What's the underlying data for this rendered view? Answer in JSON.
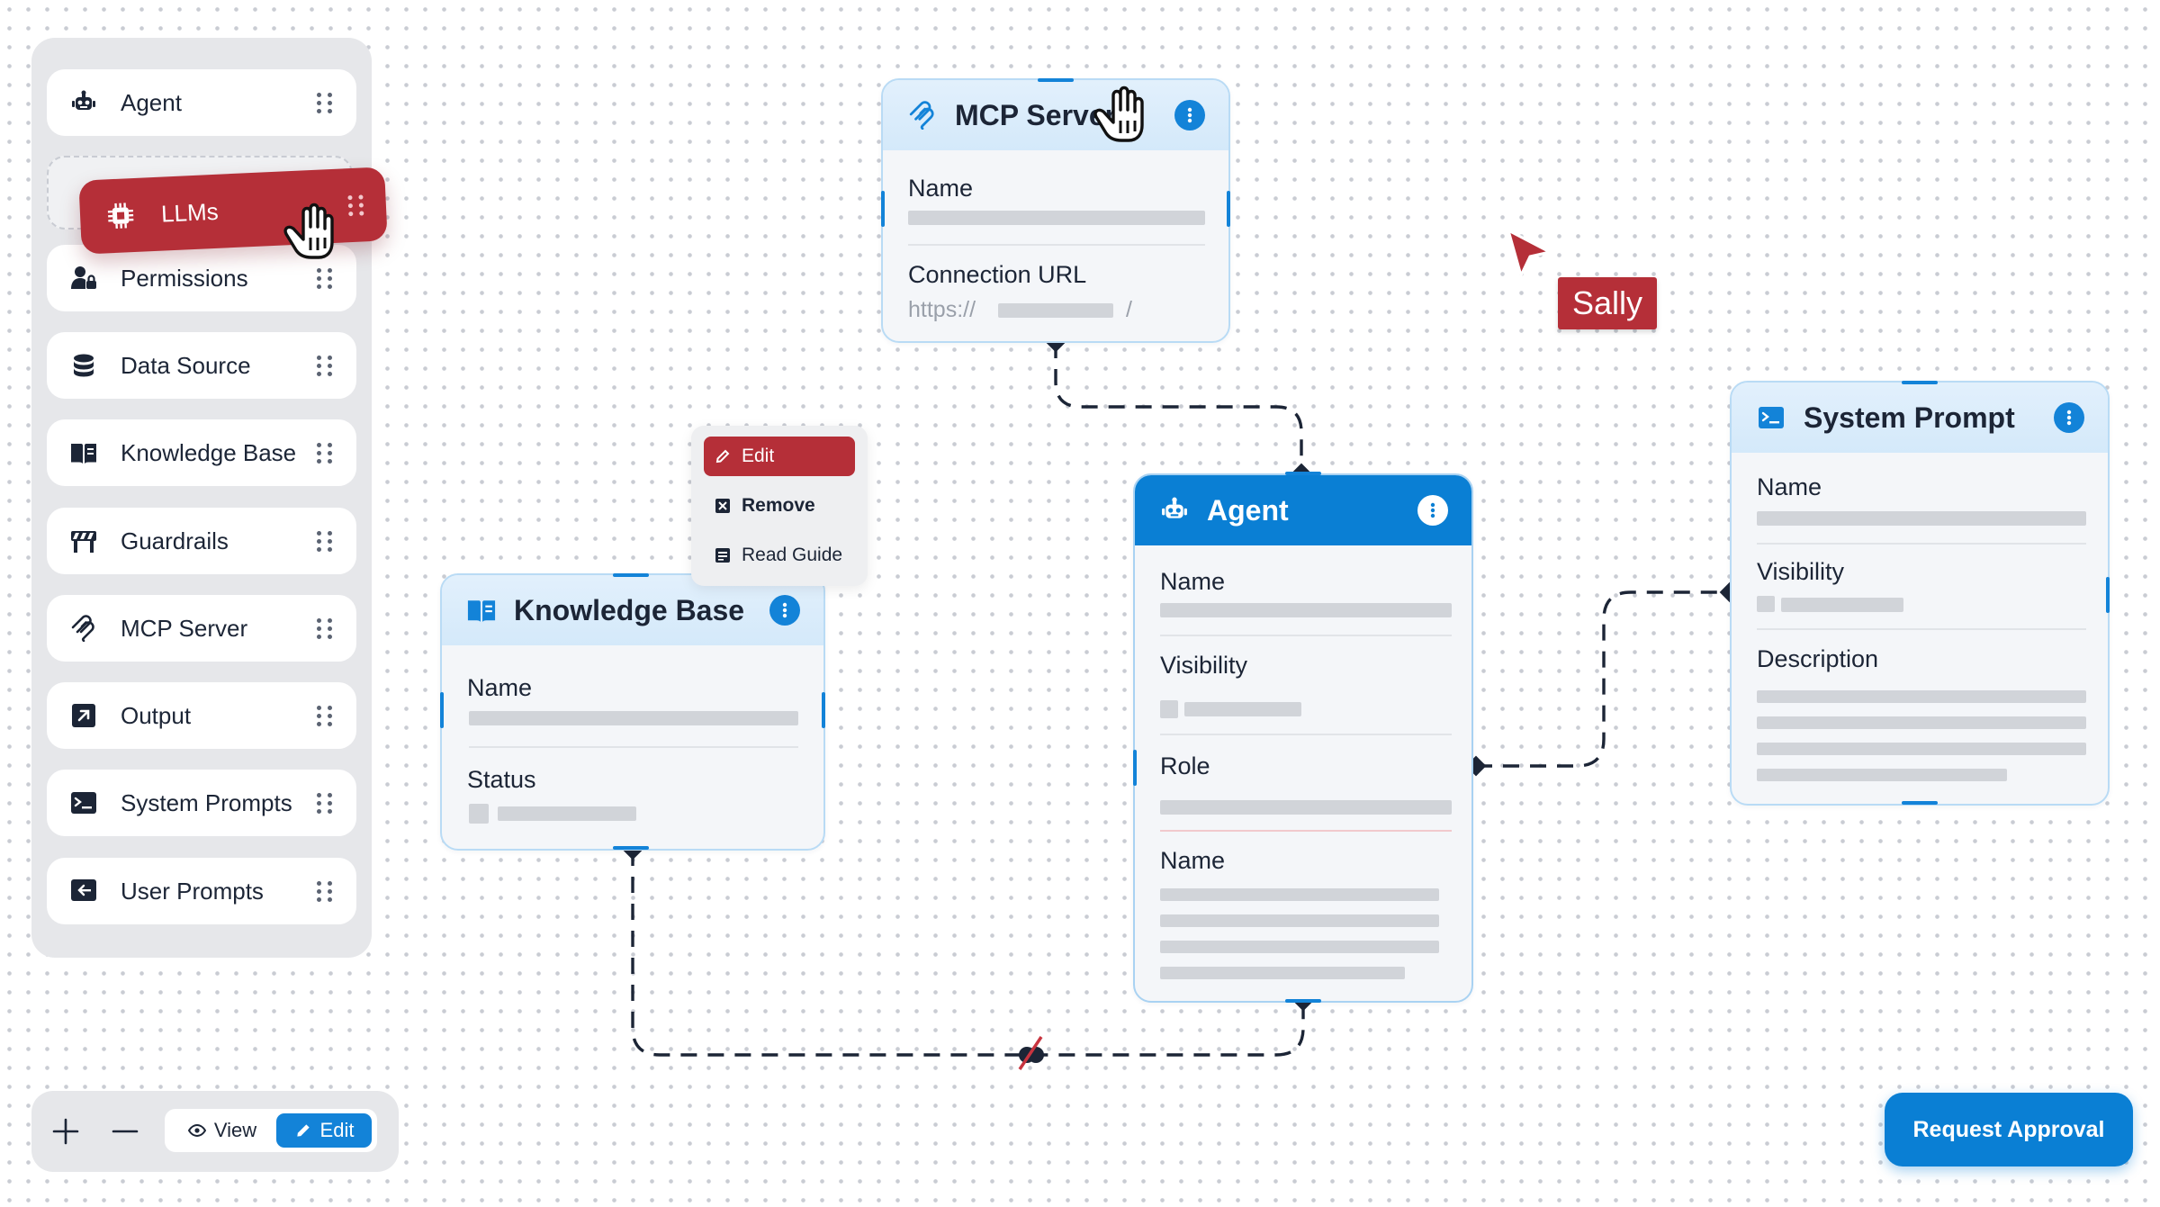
{
  "palette": {
    "items": [
      {
        "label": "Agent",
        "icon": "robot-icon"
      },
      {
        "label": "LLMs",
        "icon": "chip-icon"
      },
      {
        "label": "Permissions",
        "icon": "user-lock-icon"
      },
      {
        "label": "Data Source",
        "icon": "database-icon"
      },
      {
        "label": "Knowledge Base",
        "icon": "book-icon"
      },
      {
        "label": "Guardrails",
        "icon": "barrier-icon"
      },
      {
        "label": "MCP Server",
        "icon": "mcp-icon"
      },
      {
        "label": "Output",
        "icon": "output-arrow-icon"
      },
      {
        "label": "System Prompts",
        "icon": "terminal-icon"
      },
      {
        "label": "User Prompts",
        "icon": "user-prompt-icon"
      }
    ]
  },
  "nodes": {
    "mcp": {
      "title": "MCP Server",
      "fields": {
        "name": "Name",
        "url": "Connection URL",
        "url_prefix": "https://",
        "url_suffix": "/"
      }
    },
    "knowledge": {
      "title": "Knowledge Base",
      "fields": {
        "name": "Name",
        "status": "Status"
      }
    },
    "agent": {
      "title": "Agent",
      "fields": {
        "name": "Name",
        "visibility": "Visibility",
        "role": "Role",
        "name2": "Name"
      }
    },
    "system": {
      "title": "System Prompt",
      "fields": {
        "name": "Name",
        "visibility": "Visibility",
        "description": "Description"
      }
    }
  },
  "context_menu": {
    "items": [
      {
        "label": "Edit",
        "icon": "pencil-icon",
        "active": true
      },
      {
        "label": "Remove",
        "icon": "x-box-icon",
        "active": false
      },
      {
        "label": "Read Guide",
        "icon": "doc-icon",
        "active": false
      }
    ]
  },
  "collaborator": {
    "name": "Sally",
    "color": "#b52f38"
  },
  "controls": {
    "zoom_in": "+",
    "zoom_out": "—",
    "view_label": "View",
    "edit_label": "Edit",
    "mode": "Edit"
  },
  "actions": {
    "approve_label": "Request Approval"
  },
  "colors": {
    "accent": "#0a7fd4",
    "danger": "#b52f38",
    "node_border": "#b9dbf5"
  }
}
